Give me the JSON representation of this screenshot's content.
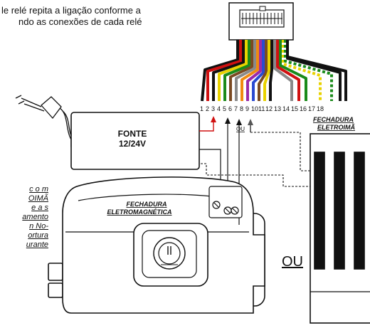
{
  "intro": {
    "line1": "le relé repita a ligação conforme a",
    "line2": "ndo  as  conexões  de  cada  relé"
  },
  "side_note": {
    "lines": [
      "c o m",
      "OIMÃ",
      "e  a s",
      "amento",
      "n No-",
      "ortura",
      "urante"
    ]
  },
  "fonte": {
    "line1": "FONTE",
    "line2": "12/24V"
  },
  "lock_magnetic": {
    "line1": "FECHADURA",
    "line2": "ELETROMAGNÉTICA"
  },
  "lock_electroima": {
    "line1": "FECHADURA",
    "line2": "ELETROIMÃ"
  },
  "connector": {
    "pins": [
      "1",
      "2",
      "3",
      "4",
      "5",
      "6",
      "7",
      "8",
      "9",
      "10",
      "11",
      "12",
      "13",
      "14",
      "15",
      "16",
      "17",
      "18"
    ]
  },
  "or_small": "OU",
  "or_big": "OU",
  "colors": {
    "arrow": "#d01010",
    "wire_red": "#d01010",
    "wire_yellow": "#e8d200",
    "wire_green": "#1a8a1a",
    "wire_brown": "#7a4a22",
    "wire_gray": "#8a8a8a",
    "wire_orange": "#f08a10",
    "wire_purple": "#9a2aa8",
    "wire_blue": "#2a4ad0"
  }
}
